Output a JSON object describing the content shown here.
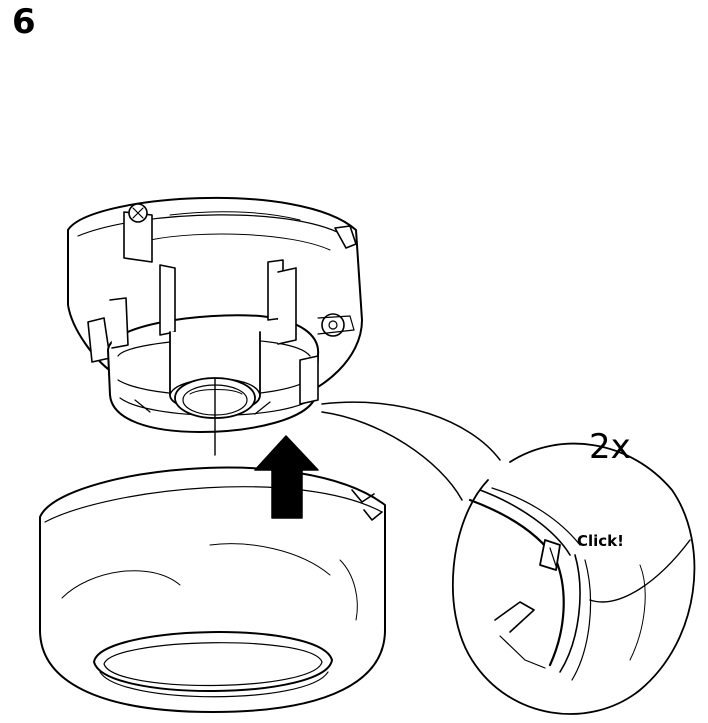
{
  "step": {
    "number": "6"
  },
  "callout": {
    "quantity": "2x",
    "sound": "Click!"
  },
  "colors": {
    "line": "#000000",
    "background": "#ffffff"
  }
}
